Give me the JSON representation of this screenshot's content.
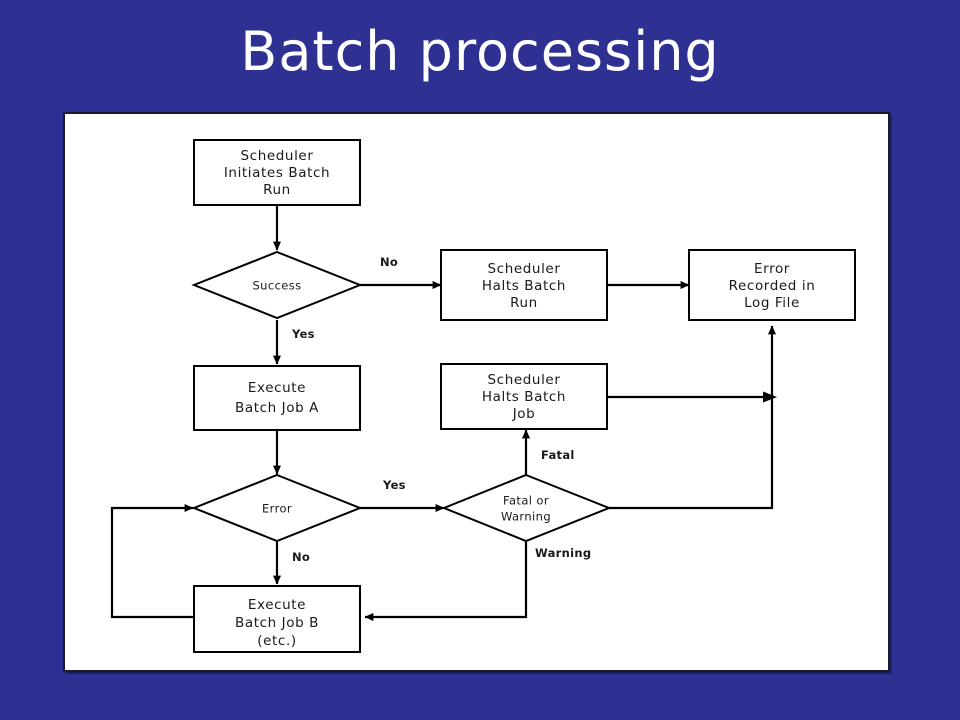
{
  "slide": {
    "title": "Batch processing",
    "background_color": "#2e3192",
    "title_color": "#ffffff",
    "panel_background": "#ffffff",
    "panel_border_color": "#1a1a2e"
  },
  "diagram": {
    "type": "flowchart",
    "line_color": "#000000",
    "nodes": [
      {
        "id": "scheduler-initiates-batch-run",
        "shape": "process",
        "lines": [
          "Scheduler",
          "Initiates Batch",
          "Run"
        ]
      },
      {
        "id": "success",
        "shape": "decision",
        "lines": [
          "Success"
        ]
      },
      {
        "id": "scheduler-halts-batch-run",
        "shape": "process",
        "lines": [
          "Scheduler",
          "Halts Batch",
          "Run"
        ]
      },
      {
        "id": "error-recorded-in-log-file",
        "shape": "process",
        "lines": [
          "Error",
          "Recorded in",
          "Log File"
        ]
      },
      {
        "id": "execute-batch-job-a",
        "shape": "process",
        "lines": [
          "Execute",
          "Batch Job A"
        ]
      },
      {
        "id": "scheduler-halts-batch-job",
        "shape": "process",
        "lines": [
          "Scheduler",
          "Halts Batch",
          "Job"
        ]
      },
      {
        "id": "error",
        "shape": "decision",
        "lines": [
          "Error"
        ]
      },
      {
        "id": "fatal-or-warning",
        "shape": "decision",
        "lines": [
          "Fatal or",
          "Warning"
        ]
      },
      {
        "id": "execute-batch-job-b",
        "shape": "process",
        "lines": [
          "Execute",
          "Batch Job B",
          "(etc.)"
        ]
      }
    ],
    "edge_labels": {
      "success_no": "No",
      "success_yes": "Yes",
      "error_yes": "Yes",
      "error_no": "No",
      "fatal": "Fatal",
      "warning": "Warning"
    },
    "node_text": {
      "scheduler_initiates_batch_run_l1": "Scheduler",
      "scheduler_initiates_batch_run_l2": "Initiates Batch",
      "scheduler_initiates_batch_run_l3": "Run",
      "success_l1": "Success",
      "scheduler_halts_batch_run_l1": "Scheduler",
      "scheduler_halts_batch_run_l2": "Halts Batch",
      "scheduler_halts_batch_run_l3": "Run",
      "error_recorded_l1": "Error",
      "error_recorded_l2": "Recorded in",
      "error_recorded_l3": "Log File",
      "execute_batch_job_a_l1": "Execute",
      "execute_batch_job_a_l2": "Batch Job A",
      "scheduler_halts_batch_job_l1": "Scheduler",
      "scheduler_halts_batch_job_l2": "Halts Batch",
      "scheduler_halts_batch_job_l3": "Job",
      "error_l1": "Error",
      "fatal_or_warning_l1": "Fatal or",
      "fatal_or_warning_l2": "Warning",
      "execute_batch_job_b_l1": "Execute",
      "execute_batch_job_b_l2": "Batch Job B",
      "execute_batch_job_b_l3": "(etc.)"
    }
  }
}
